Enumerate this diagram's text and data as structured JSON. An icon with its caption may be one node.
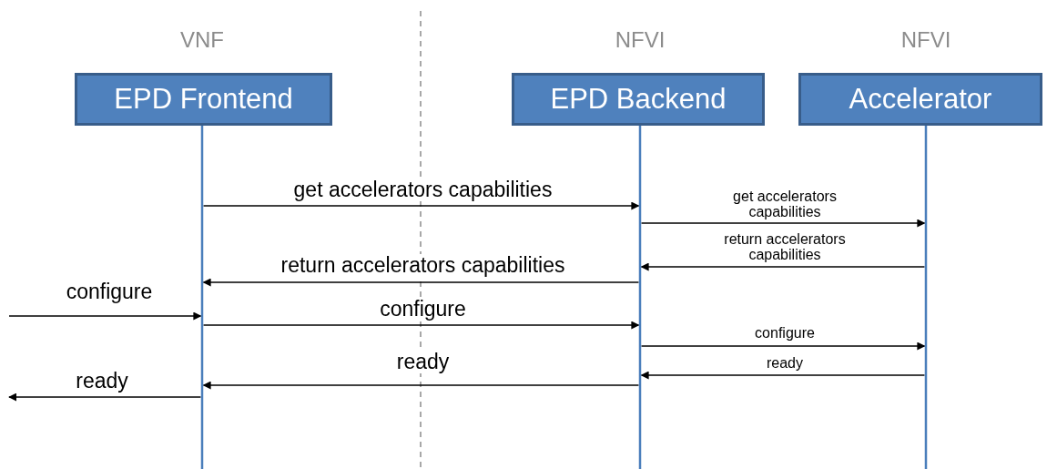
{
  "diagram": {
    "nodes": [
      {
        "text": [
          "EPD Frontend"
        ],
        "beside": [
          "VNF"
        ]
      },
      {
        "text": [
          "EPD Backend"
        ],
        "beside": [
          "NFVI"
        ]
      },
      {
        "text": [
          "Accelerator"
        ],
        "beside": [
          "NFVI"
        ]
      }
    ],
    "edges": [
      {
        "from": 0,
        "to": 1,
        "arrow": "to",
        "label": "get accelerators capabilities"
      },
      {
        "from": 1,
        "to": 2,
        "arrow": "to",
        "label": "get accelerators capabilities"
      },
      {
        "from": 2,
        "to": 1,
        "arrow": "to",
        "label": "return accelerators capabilities"
      },
      {
        "from": 1,
        "to": 0,
        "arrow": "to",
        "label": "return accelerators capabilities"
      },
      {
        "from": null,
        "to": 0,
        "arrow": "to",
        "label": "configure"
      },
      {
        "from": 0,
        "to": 1,
        "arrow": "to",
        "label": "configure"
      },
      {
        "from": 1,
        "to": 2,
        "arrow": "to",
        "label": "configure"
      },
      {
        "from": 2,
        "to": 1,
        "arrow": "to",
        "label": "ready"
      },
      {
        "from": 1,
        "to": 0,
        "arrow": "to",
        "label": "ready"
      },
      {
        "from": 0,
        "to": null,
        "arrow": "to",
        "label": "ready"
      }
    ]
  }
}
